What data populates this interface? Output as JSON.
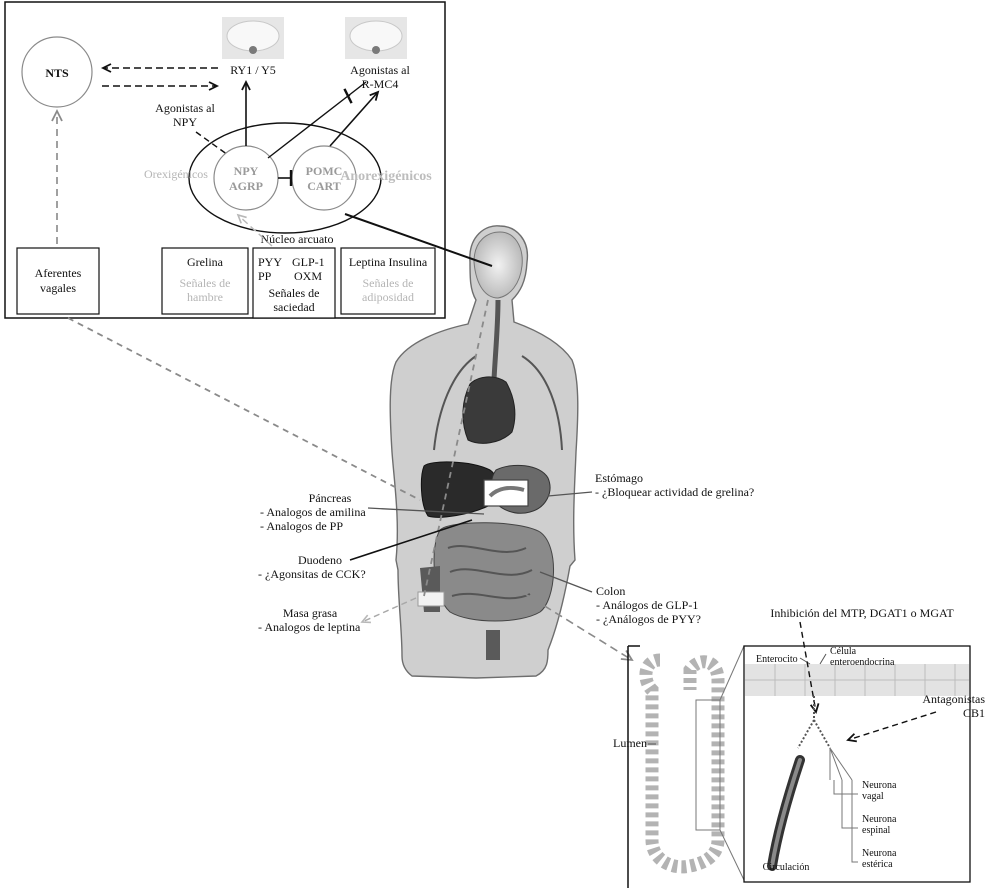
{
  "hypothalamus": {
    "nts": "NTS",
    "receptor_y": "RY1 / Y5",
    "mc4_line1": "Agonistas al",
    "mc4_line2": "R-MC4",
    "npy_ag_line1": "Agonistas al",
    "npy_ag_line2": "NPY",
    "npy_line1": "NPY",
    "npy_line2": "AGRP",
    "pomc_line1": "POMC",
    "pomc_line2": "CART",
    "orexigenic": "Orexigénicos",
    "anorexigenic": "Anorexigénicos",
    "arcuate": "Núcleo arcuato",
    "box_vagal_1": "Aferentes",
    "box_vagal_2": "vagales",
    "box_ghrelin": "Grelina",
    "box_hunger_1": "Señales de",
    "box_hunger_2": "hambre",
    "sat_pyy": "PYY",
    "sat_glp1": "GLP-1",
    "sat_pp": "PP",
    "sat_oxm": "OXM",
    "sat_signals_1": "Señales de",
    "sat_signals_2": "saciedad",
    "adip_hormones": "Leptina  Insulina",
    "adip_signals_1": "Señales de",
    "adip_signals_2": "adiposidad"
  },
  "organs": {
    "stomach_title": "Estómago",
    "stomach_item": "- ¿Bloquear actividad de grelina?",
    "pancreas_title": "Páncreas",
    "pancreas_item1": "- Analogos de amilina",
    "pancreas_item2": "- Analogos de PP",
    "duodenum_title": "Duodeno",
    "duodenum_item": "- ¿Agonsitas de CCK?",
    "colon_title": "Colon",
    "colon_item1": "- Análogos de GLP-1",
    "colon_item2": "- ¿Análogos de PYY?",
    "fat_title": "Masa grasa",
    "fat_item": "- Analogos de leptina"
  },
  "intestine": {
    "inhibition": "Inhibición del MTP, DGAT1 o MGAT",
    "enterocyte": "Enterocito",
    "enteroendocrine_1": "Célula",
    "enteroendocrine_2": "enteroendocrina",
    "antagonists_1": "Antagonistas",
    "antagonists_2": "CB1",
    "lumen": "Lumen",
    "vagal_1": "Neurona",
    "vagal_2": "vagal",
    "spinal_1": "Neurona",
    "spinal_2": "espinal",
    "enteric_1": "Neurona",
    "enteric_2": "estérica",
    "circulation": "Circulación"
  }
}
